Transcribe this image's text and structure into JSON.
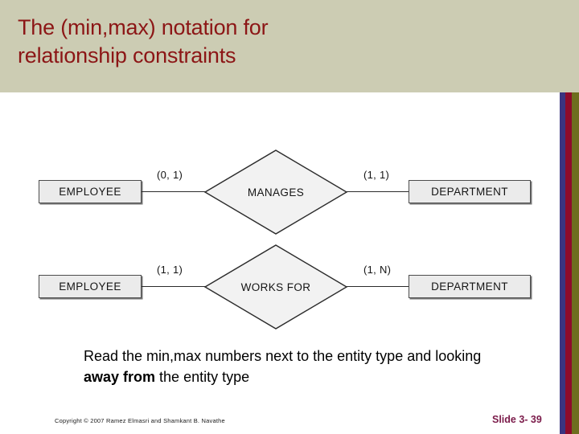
{
  "slide": {
    "title": "The (min,max) notation for\nrelationship constraints",
    "title_color": "#8c1616",
    "band_color": "#ccccb3"
  },
  "stripes": {
    "navy": "#3b3480",
    "red": "#8e0b2b",
    "olive": "#6e6e1e"
  },
  "diagram": {
    "rows": [
      {
        "left_entity": "EMPLOYEE",
        "left_cardinality": "(0, 1)",
        "relationship": "MANAGES",
        "right_cardinality": "(1, 1)",
        "right_entity": "DEPARTMENT"
      },
      {
        "left_entity": "EMPLOYEE",
        "left_cardinality": "(1, 1)",
        "relationship": "WORKS FOR",
        "right_cardinality": "(1, N)",
        "right_entity": "DEPARTMENT"
      }
    ],
    "entity_fill": "#ebebeb",
    "entity_stroke": "#4d4d4d",
    "diamond_fill": "#f2f2f2",
    "diamond_stroke": "#2b2b2b"
  },
  "caption": {
    "part1": "Read the min,max numbers next to the entity type and looking ",
    "emphasis": "away from",
    "part2": " the entity type"
  },
  "footer": {
    "copyright": "Copyright © 2007 Ramez Elmasri and Shamkant B. Navathe",
    "slide_number": "Slide 3- 39",
    "slide_number_color": "#7b1b4a"
  }
}
